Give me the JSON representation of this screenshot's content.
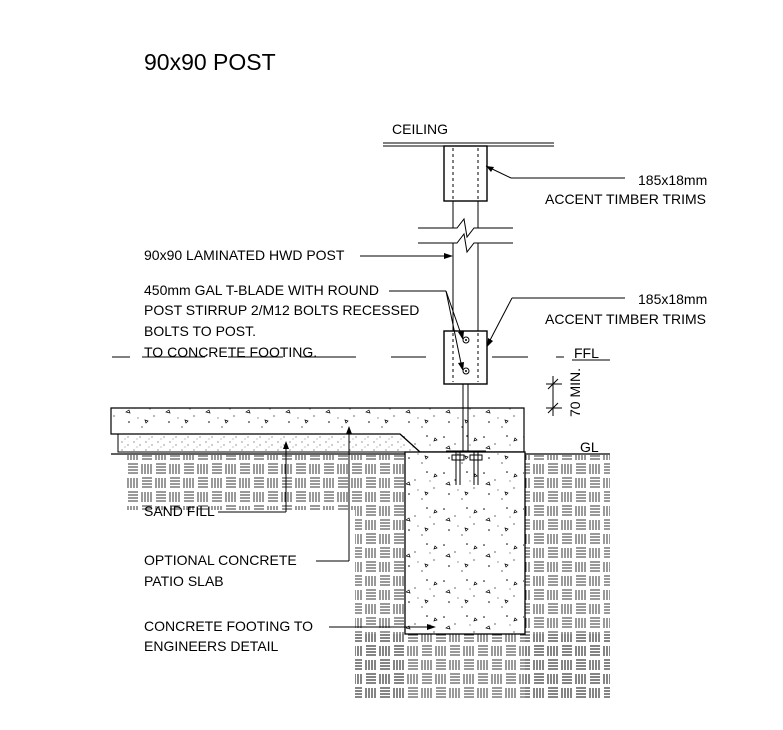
{
  "title": "90x90 POST",
  "labels": {
    "ceiling": "CEILING",
    "trim_top_1": "185x18mm",
    "trim_top_2": "ACCENT TIMBER TRIMS",
    "post": "90x90 LAMINATED HWD POST",
    "stirrup_1": "450mm GAL T-BLADE WITH ROUND",
    "stirrup_2": "POST STIRRUP 2/M12 BOLTS RECESSED",
    "stirrup_3": "BOLTS TO POST.",
    "stirrup_4": "TO CONCRETE FOOTING.",
    "trim_bot_1": "185x18mm",
    "trim_bot_2": "ACCENT TIMBER TRIMS",
    "ffl": "FFL",
    "dim": "70 MIN.",
    "gl": "GL",
    "sand": "SAND FILL",
    "slab_1": "OPTIONAL CONCRETE",
    "slab_2": "PATIO SLAB",
    "footing_1": "CONCRETE FOOTING TO",
    "footing_2": "ENGINEERS DETAIL"
  },
  "colors": {
    "line": "#000000",
    "background": "#ffffff"
  }
}
